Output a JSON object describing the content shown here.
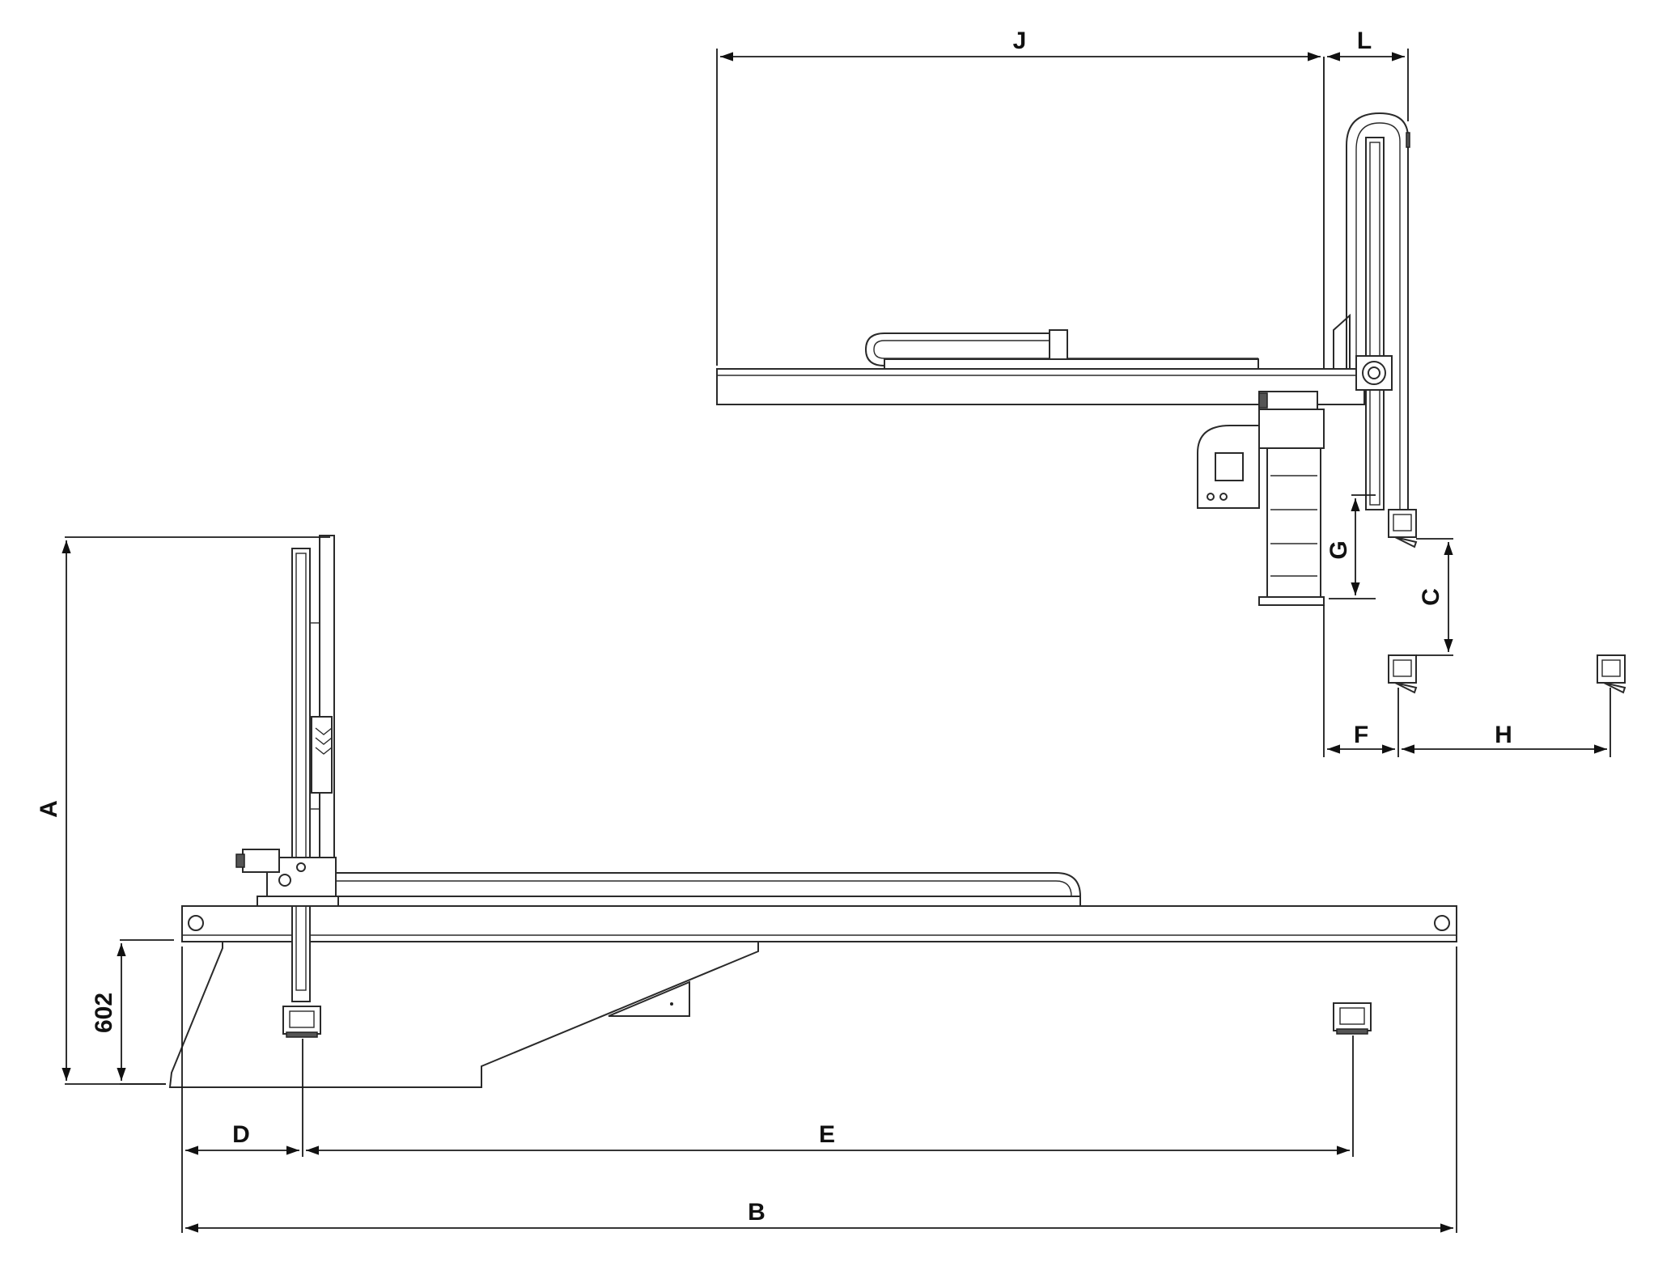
{
  "labels": {
    "A": "A",
    "B": "B",
    "C": "C",
    "D": "D",
    "E": "E",
    "F": "F",
    "G": "G",
    "H": "H",
    "J": "J",
    "L": "L",
    "height_value": "602"
  }
}
